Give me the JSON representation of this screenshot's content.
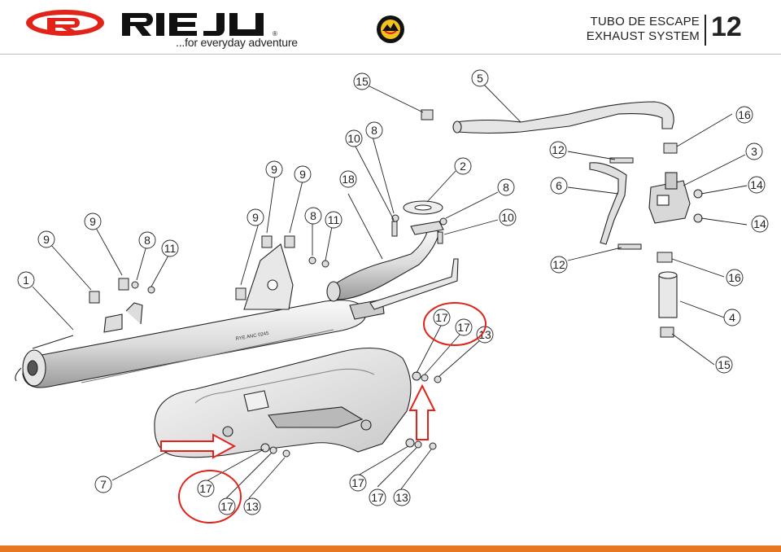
{
  "brand": {
    "name": "RIEJU",
    "tagline": "...for everyday adventure",
    "color": "#e2231a"
  },
  "page": {
    "title_es": "TUBO DE ESCAPE",
    "title_en": "EXHAUST SYSTEM",
    "number": "12"
  },
  "muffler_stamp": "RYE ANC 0245",
  "callouts": [
    {
      "id": "c1",
      "label": "1"
    },
    {
      "id": "c2",
      "label": "2"
    },
    {
      "id": "c3",
      "label": "3"
    },
    {
      "id": "c4",
      "label": "4"
    },
    {
      "id": "c5",
      "label": "5"
    },
    {
      "id": "c6",
      "label": "6"
    },
    {
      "id": "c7",
      "label": "7"
    },
    {
      "id": "c8a",
      "label": "8"
    },
    {
      "id": "c8b",
      "label": "8"
    },
    {
      "id": "c8c",
      "label": "8"
    },
    {
      "id": "c8d",
      "label": "8"
    },
    {
      "id": "c9a",
      "label": "9"
    },
    {
      "id": "c9b",
      "label": "9"
    },
    {
      "id": "c9c",
      "label": "9"
    },
    {
      "id": "c9d",
      "label": "9"
    },
    {
      "id": "c9e",
      "label": "9"
    },
    {
      "id": "c10a",
      "label": "10"
    },
    {
      "id": "c10b",
      "label": "10"
    },
    {
      "id": "c11a",
      "label": "11"
    },
    {
      "id": "c11b",
      "label": "11"
    },
    {
      "id": "c12a",
      "label": "12"
    },
    {
      "id": "c12b",
      "label": "12"
    },
    {
      "id": "c13a",
      "label": "13"
    },
    {
      "id": "c13b",
      "label": "13"
    },
    {
      "id": "c13c",
      "label": "13"
    },
    {
      "id": "c14a",
      "label": "14"
    },
    {
      "id": "c14b",
      "label": "14"
    },
    {
      "id": "c15a",
      "label": "15"
    },
    {
      "id": "c15b",
      "label": "15"
    },
    {
      "id": "c16a",
      "label": "16"
    },
    {
      "id": "c16b",
      "label": "16"
    },
    {
      "id": "c17a",
      "label": "17"
    },
    {
      "id": "c17b",
      "label": "17"
    },
    {
      "id": "c17c",
      "label": "17"
    },
    {
      "id": "c17d",
      "label": "17"
    },
    {
      "id": "c17e",
      "label": "17"
    },
    {
      "id": "c17f",
      "label": "17"
    },
    {
      "id": "c18",
      "label": "18"
    }
  ],
  "highlight_color": "#e2231a"
}
